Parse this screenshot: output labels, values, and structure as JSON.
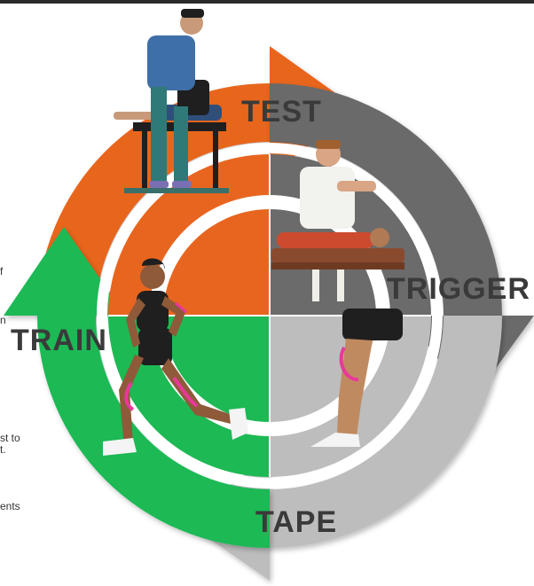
{
  "cycle": {
    "steps": [
      {
        "label": "TEST",
        "color": "#E8651F"
      },
      {
        "label": "TRIGGER",
        "color": "#6E6E6E"
      },
      {
        "label": "TAPE",
        "color": "#C6C6C6"
      },
      {
        "label": "TRAIN",
        "color": "#1DB954"
      }
    ]
  },
  "side_text": {
    "line1": "f",
    "line2": "n",
    "line3": "st to",
    "line4": "t.",
    "line5": "ents"
  },
  "colors": {
    "quad_orange": "#E8651F",
    "quad_darkgray": "#6B6B6B",
    "quad_lightgray": "#BDBDBD",
    "quad_green": "#1DB954",
    "tape_pink": "#E8389A",
    "label_text": "#3a3a3a"
  },
  "icons": [
    "physio-testing-icon",
    "massage-therapy-icon",
    "taped-knee-icon",
    "runner-icon"
  ]
}
